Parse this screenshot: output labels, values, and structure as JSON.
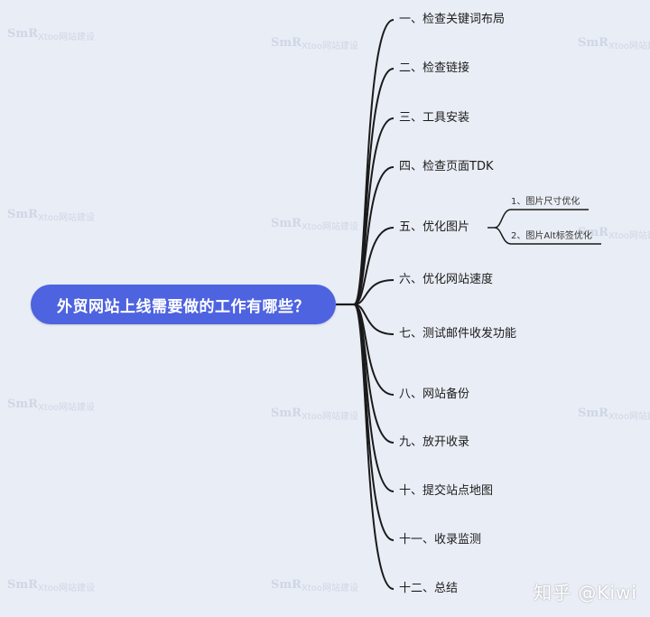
{
  "root": {
    "title": "外贸网站上线需要做的工作有哪些？"
  },
  "branches": [
    {
      "label": "一、检查关键词布局"
    },
    {
      "label": "二、检查链接"
    },
    {
      "label": "三、工具安装"
    },
    {
      "label": "四、检查页面TDK"
    },
    {
      "label": "五、优化图片",
      "children": [
        {
          "label": "1、图片尺寸优化"
        },
        {
          "label": "2、图片Alt标签优化"
        }
      ]
    },
    {
      "label": "六、优化网站速度"
    },
    {
      "label": "七、测试邮件收发功能"
    },
    {
      "label": "八、网站备份"
    },
    {
      "label": "九、放开收录"
    },
    {
      "label": "十、提交站点地图"
    },
    {
      "label": "十一、收录监测"
    },
    {
      "label": "十二、总结"
    }
  ],
  "watermark": {
    "logo": "SmR",
    "text": "Xtoo网站建设"
  },
  "brand": "知乎 @Kiwi",
  "colors": {
    "root_fill": "#4e63e0",
    "line": "#1a1a1a",
    "background": "#e9edf5"
  }
}
